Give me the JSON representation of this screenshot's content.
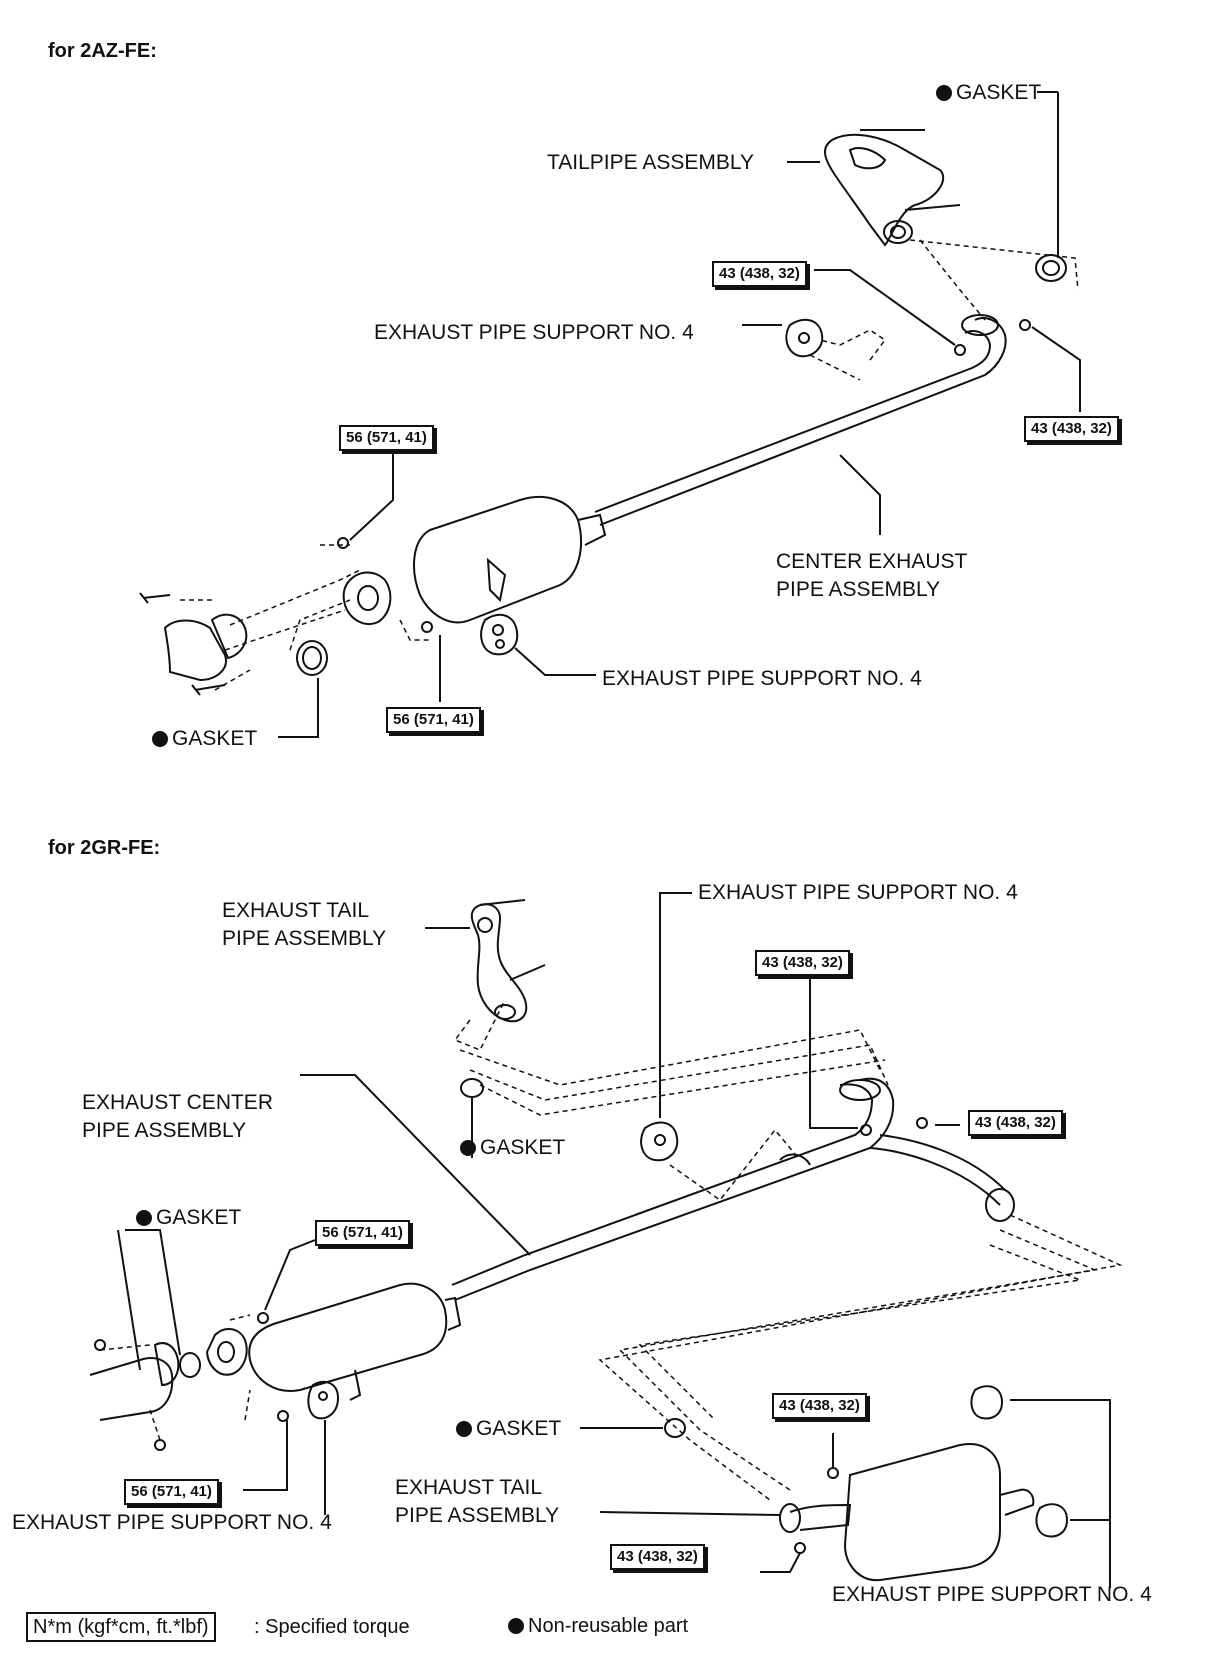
{
  "section_2az": {
    "heading": "for 2AZ-FE:",
    "gasket_top": "GASKET",
    "tailpipe": "TAILPIPE ASSEMBLY",
    "torque_a": "43 (438, 32)",
    "support_a": "EXHAUST PIPE SUPPORT NO. 4",
    "torque_b": "43 (438, 32)",
    "torque_c": "56 (571, 41)",
    "center_pipe_l1": "CENTER EXHAUST",
    "center_pipe_l2": "PIPE ASSEMBLY",
    "support_b": "EXHAUST PIPE SUPPORT NO. 4",
    "torque_d": "56 (571, 41)",
    "gasket_bottom": "GASKET"
  },
  "section_2gr": {
    "heading": "for 2GR-FE:",
    "tail_top_l1": "EXHAUST TAIL",
    "tail_top_l2": "PIPE ASSEMBLY",
    "support_top": "EXHAUST PIPE SUPPORT NO. 4",
    "torque_a": "43 (438, 32)",
    "torque_b": "43 (438, 32)",
    "center_l1": "EXHAUST CENTER",
    "center_l2": "PIPE ASSEMBLY",
    "gasket_mid": "GASKET",
    "gasket_left": "GASKET",
    "torque_c": "56 (571, 41)",
    "torque_d": "56 (571, 41)",
    "support_left": "EXHAUST PIPE SUPPORT NO. 4",
    "gasket_low": "GASKET",
    "torque_e": "43 (438, 32)",
    "tail_low_l1": "EXHAUST TAIL",
    "tail_low_l2": "PIPE ASSEMBLY",
    "torque_f": "43 (438, 32)",
    "support_right": "EXHAUST PIPE SUPPORT NO. 4"
  },
  "legend": {
    "torque_unit": "N*m (kgf*cm, ft.*lbf)",
    "torque_text": ": Specified torque",
    "nonreusable_text": "Non-reusable part"
  }
}
